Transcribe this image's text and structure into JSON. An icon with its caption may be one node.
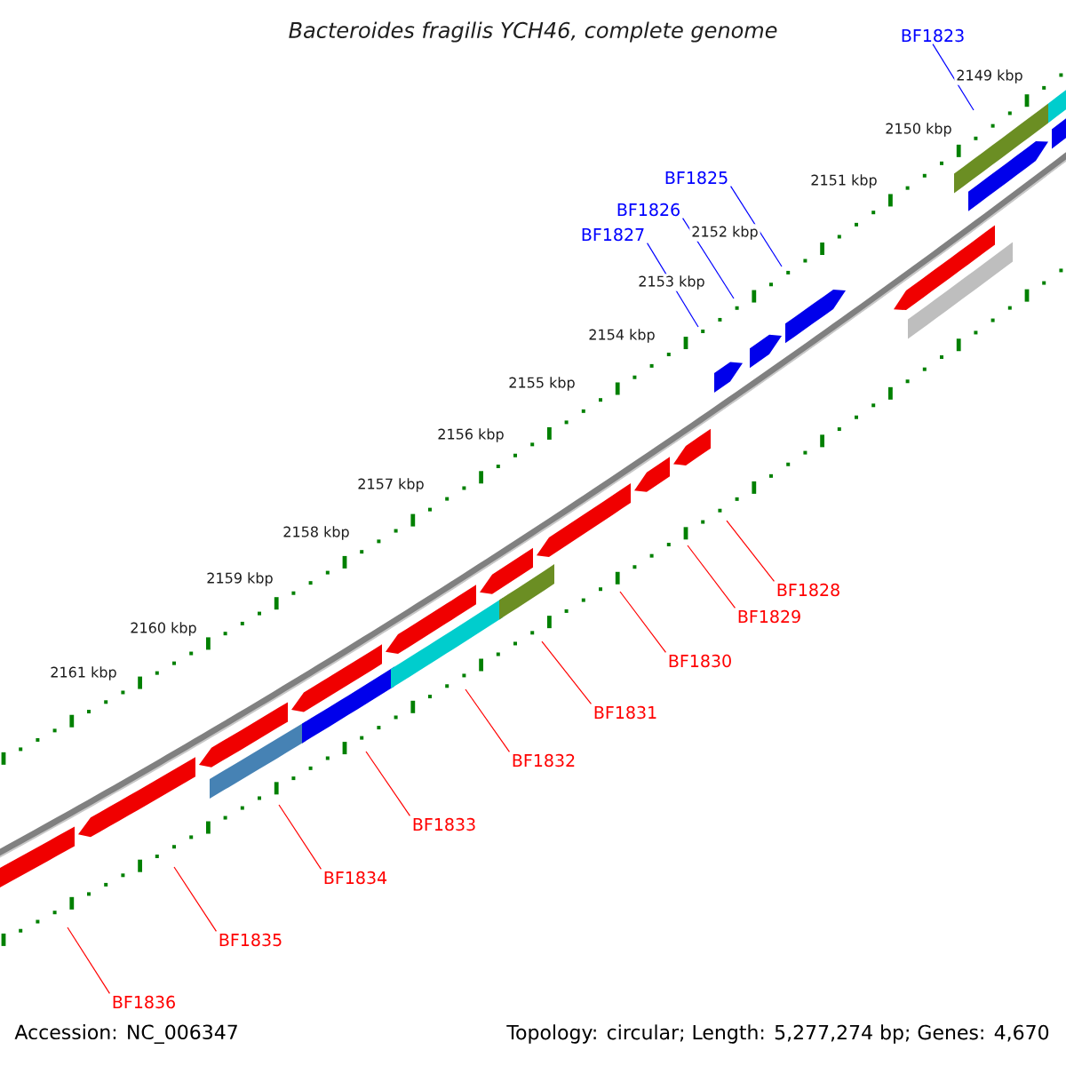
{
  "diagram": {
    "title": "Bacteroides fragilis YCH46, complete genome",
    "nodes": [
      {
        "text": [
          "BF1823"
        ]
      },
      {
        "text": [
          "BF1825"
        ]
      },
      {
        "text": [
          "BF1826"
        ]
      },
      {
        "text": [
          "BF1827"
        ]
      },
      {
        "text": [
          "BF1828"
        ]
      },
      {
        "text": [
          "BF1829"
        ]
      },
      {
        "text": [
          "BF1830"
        ]
      },
      {
        "text": [
          "BF1831"
        ]
      },
      {
        "text": [
          "BF1832"
        ]
      },
      {
        "text": [
          "BF1833"
        ]
      },
      {
        "text": [
          "BF1834"
        ]
      },
      {
        "text": [
          "BF1835"
        ]
      },
      {
        "text": [
          "BF1836"
        ]
      }
    ],
    "edges": [
      {
        "from": 0,
        "to": null,
        "arrow": "none",
        "color": "#0000ff"
      },
      {
        "from": 1,
        "to": null,
        "arrow": "none",
        "color": "#0000ff"
      },
      {
        "from": 2,
        "to": null,
        "arrow": "none",
        "color": "#0000ff"
      },
      {
        "from": 3,
        "to": null,
        "arrow": "none",
        "color": "#0000ff"
      },
      {
        "from": 4,
        "to": null,
        "arrow": "none"
      },
      {
        "from": 5,
        "to": null,
        "arrow": "none"
      },
      {
        "from": 6,
        "to": null,
        "arrow": "none"
      },
      {
        "from": 7,
        "to": null,
        "arrow": "none"
      },
      {
        "from": 8,
        "to": null,
        "arrow": "none"
      },
      {
        "from": 9,
        "to": null,
        "arrow": "none"
      },
      {
        "from": 10,
        "to": null,
        "arrow": "none"
      },
      {
        "from": 11,
        "to": null,
        "arrow": "none"
      },
      {
        "from": 12,
        "to": null,
        "arrow": "none"
      }
    ],
    "labels": [
      "2149 kbp",
      "2150 kbp",
      "2151 kbp",
      "2152 kbp",
      "2153 kbp",
      "2154 kbp",
      "2155 kbp",
      "2156 kbp",
      "2157 kbp",
      "2158 kbp",
      "2159 kbp",
      "2160 kbp",
      "2161 kbp",
      "Accession: NC_006347",
      "Topology: circular; Length: 5,277,274 bp; Genes: 4,670"
    ]
  }
}
